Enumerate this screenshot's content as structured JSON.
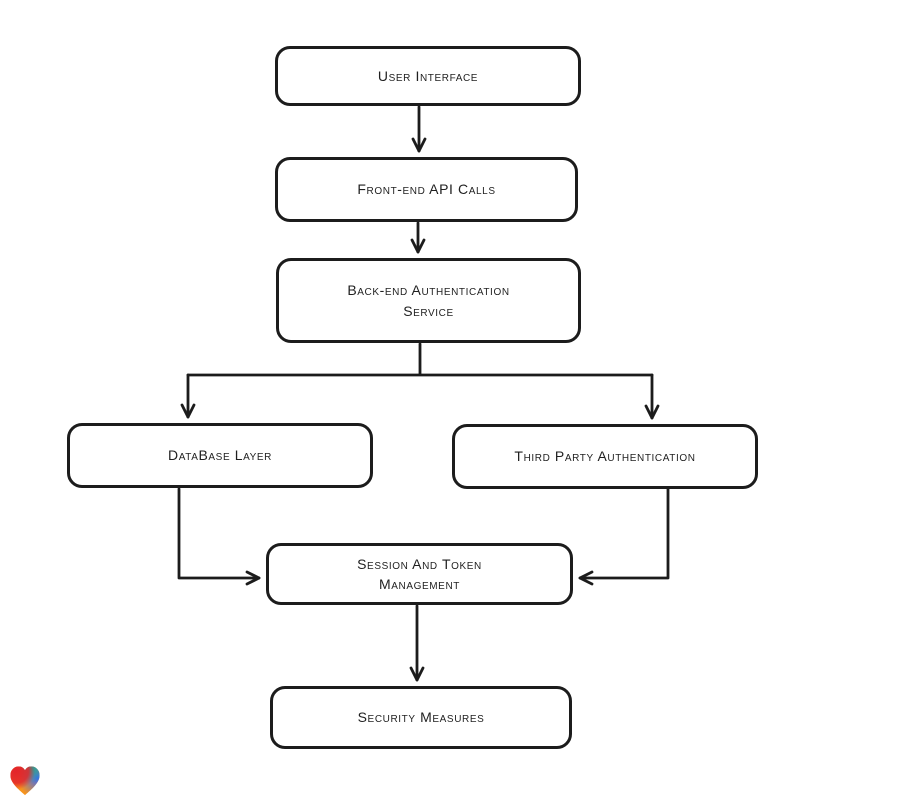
{
  "diagram": {
    "type": "flowchart",
    "style": {
      "stroke_color": "#1c1c1c",
      "node_fill": "#ffffff",
      "background": "#ffffff"
    },
    "nodes": [
      {
        "id": "user-interface",
        "label": "User Interface"
      },
      {
        "id": "front-end-api-calls",
        "label": "Front-end API Calls"
      },
      {
        "id": "back-end-auth",
        "label": "Back-end Authentication\nService"
      },
      {
        "id": "database-layer",
        "label": "DataBase Layer"
      },
      {
        "id": "third-party-auth",
        "label": "Third Party Authentication"
      },
      {
        "id": "session-token-mgmt",
        "label": "Session And Token\nManagement"
      },
      {
        "id": "security-measures",
        "label": "Security Measures"
      }
    ],
    "edges": [
      {
        "from": "user-interface",
        "to": "front-end-api-calls"
      },
      {
        "from": "front-end-api-calls",
        "to": "back-end-auth"
      },
      {
        "from": "back-end-auth",
        "to": "database-layer"
      },
      {
        "from": "back-end-auth",
        "to": "third-party-auth"
      },
      {
        "from": "database-layer",
        "to": "session-token-mgmt"
      },
      {
        "from": "third-party-auth",
        "to": "session-token-mgmt"
      },
      {
        "from": "session-token-mgmt",
        "to": "security-measures"
      }
    ]
  },
  "footer": {
    "logo": "heart-logo",
    "logo_colors": [
      "#e3242b",
      "#14a79e",
      "#3a6af5",
      "#f7941d"
    ]
  }
}
